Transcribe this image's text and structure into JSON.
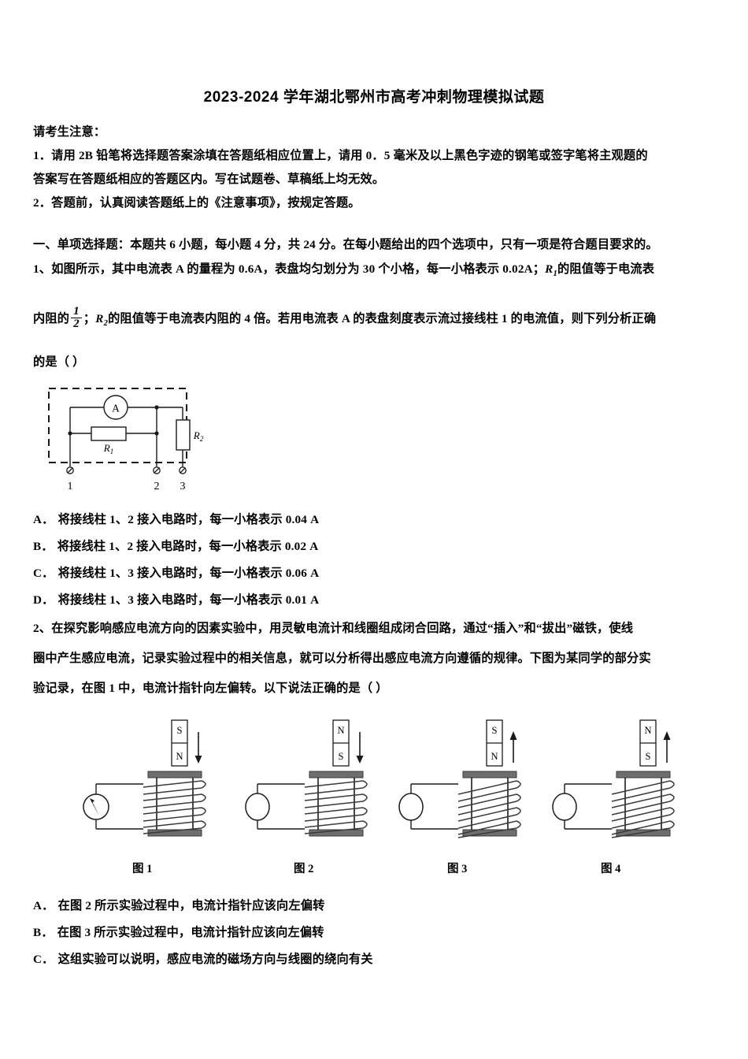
{
  "document": {
    "title": "2023-2024 学年湖北鄂州市高考冲刺物理模拟试题"
  },
  "notice": {
    "heading": "请考生注意：",
    "line1": "1．请用 2B 铅笔将选择题答案涂填在答题纸相应位置上，请用 0．5 毫米及以上黑色字迹的钢笔或签字笔将主观题的",
    "line1b": "答案写在答题纸相应的答题区内。写在试题卷、草稿纸上均无效。",
    "line2": "2．答题前，认真阅读答题纸上的《注意事项》，按规定答题。"
  },
  "section": {
    "heading": "一、单项选择题：本题共 6 小题，每小题 4 分，共 24 分。在每小题给出的四个选项中，只有一项是符合题目要求的。"
  },
  "question1": {
    "number": "1、",
    "line1_a": "如图所示，其中电流表 A 的量程为 0.6A，表盘均匀划分为 30 个小格，每一小格表示 0.02A；",
    "line1_var": "R",
    "line1_sub": "1",
    "line1_b": "的阻值等于电流表",
    "line2_a": "内阻的",
    "frac_num": "1",
    "frac_den": "2",
    "line2_b": "；",
    "line2_var": "R",
    "line2_sub": "2",
    "line2_c": "的阻值等于电流表内阻的 4 倍。若用电流表 A 的表盘刻度表示流过接线柱 1 的电流值，则下列分析正确",
    "line3": "的是（      ）",
    "figure": {
      "ammeter_label": "A",
      "r1_label": "R",
      "r1_sub": "1",
      "r2_label": "R",
      "r2_sub": "2",
      "terminal1": "1",
      "terminal2": "2",
      "terminal3": "3"
    },
    "options": [
      {
        "label": "A．",
        "text": "将接线柱 1、2 接入电路时，每一小格表示 0.04 A"
      },
      {
        "label": "B．",
        "text": "将接线柱 1、2 接入电路时，每一小格表示 0.02 A"
      },
      {
        "label": "C．",
        "text": "将接线柱 1、3 接入电路时，每一小格表示 0.06 A"
      },
      {
        "label": "D．",
        "text": "将接线柱 1、3 接入电路时，每一小格表示 0.01 A"
      }
    ]
  },
  "question2": {
    "number": "2、",
    "line1": "在探究影响感应电流方向的因素实验中，用灵敏电流计和线圈组成闭合回路，通过“插入”和“拔出”磁铁，使线",
    "line2": "圈中产生感应电流，记录实验过程中的相关信息，就可以分析得出感应电流方向遵循的规律。下图为某同学的部分实",
    "line3": "验记录，在图 1 中，电流计指针向左偏转。以下说法正确的是（      ）",
    "figures": [
      {
        "caption": "图 1",
        "top_pole": "S",
        "bottom_pole": "N",
        "arrow": "down",
        "meter_needle": true
      },
      {
        "caption": "图 2",
        "top_pole": "N",
        "bottom_pole": "S",
        "arrow": "down",
        "meter_needle": false
      },
      {
        "caption": "图 3",
        "top_pole": "S",
        "bottom_pole": "N",
        "arrow": "up",
        "meter_needle": false
      },
      {
        "caption": "图 4",
        "top_pole": "N",
        "bottom_pole": "S",
        "arrow": "up",
        "meter_needle": false
      }
    ],
    "options": [
      {
        "label": "A．",
        "text": "在图 2 所示实验过程中，电流计指针应该向左偏转"
      },
      {
        "label": "B．",
        "text": "在图 3 所示实验过程中，电流计指针应该向左偏转"
      },
      {
        "label": "C．",
        "text": "这组实验可以说明，感应电流的磁场方向与线圈的绕向有关"
      }
    ]
  },
  "colors": {
    "ink": "#000000",
    "flange": "#6f6f6f",
    "line": "#1a1a1a",
    "paper": "#ffffff"
  }
}
